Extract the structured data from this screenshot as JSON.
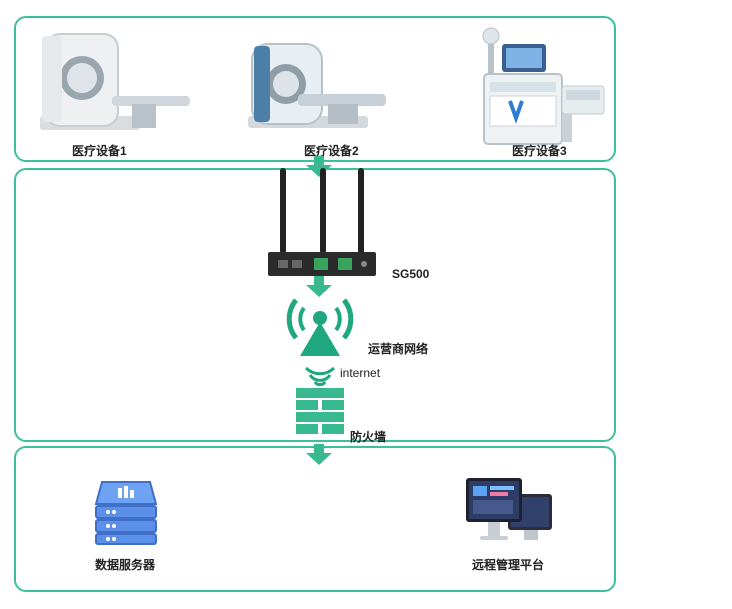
{
  "devices": [
    {
      "label": "医疗设备1",
      "icon": "ct-scanner-icon"
    },
    {
      "label": "医疗设备2",
      "icon": "ct-scanner-icon"
    },
    {
      "label": "医疗设备3",
      "icon": "medical-console-icon"
    }
  ],
  "network": {
    "router_label": "SG500",
    "carrier_label": "运营商网络",
    "internet_label": "internet",
    "firewall_label": "防火墙"
  },
  "platform": {
    "server_label": "数据服务器",
    "remote_label": "远程管理平台"
  },
  "colors": {
    "accent": "#3dbf9e",
    "arrow": "#39b98f",
    "server_blue": "#5b8fe8",
    "firewall": "#3dbf9e"
  }
}
